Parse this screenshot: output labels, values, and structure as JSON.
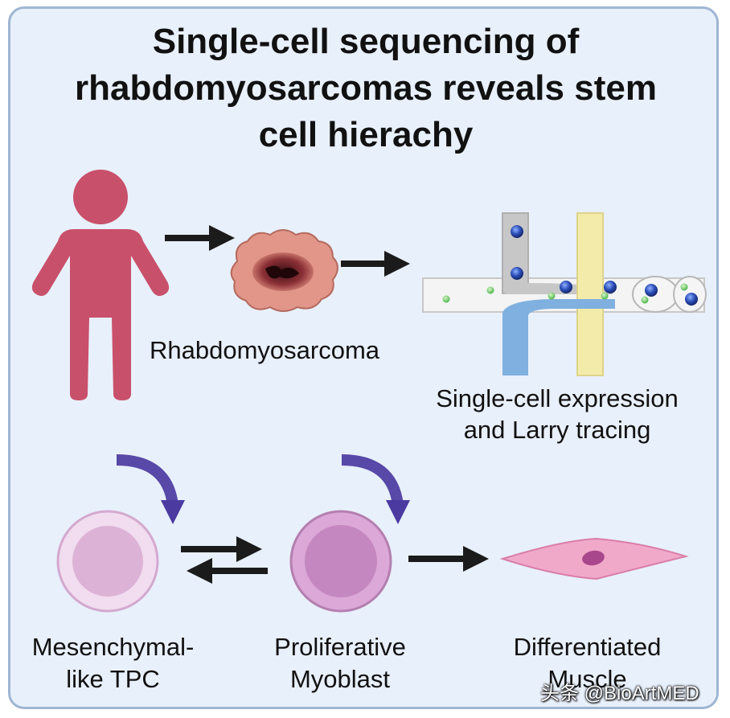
{
  "title_lines": [
    "Single-cell sequencing of",
    "rhabdomyosarcomas reveals stem",
    "cell hierachy"
  ],
  "labels": {
    "tumor": "Rhabdomyosarcoma",
    "sc_line1": "Single-cell expression",
    "sc_line2": "and Larry tracing",
    "tpc_line1": "Mesenchymal-",
    "tpc_line2": "like TPC",
    "myo_line1": "Proliferative",
    "myo_line2": "Myoblast",
    "diff_line1": "Differentiated",
    "diff_line2": "Muscle"
  },
  "watermark": "头条 @BioArtMED",
  "icons": [
    "person-icon",
    "tumor-icon",
    "microfluidic-chip-icon",
    "tpc-cell-icon",
    "myoblast-cell-icon",
    "muscle-cell-icon",
    "self-renewal-arrow-icon"
  ],
  "colors": {
    "background": "#e8f0fb",
    "border": "#9fb6d2",
    "person": "#c9506a",
    "tumor": "#e2968a",
    "arrow": "#1b1b1b",
    "renewal_arrow": "#4b3aa0",
    "tpc_cell": "#e6c2e2",
    "myoblast_cell": "#c98fc6",
    "muscle_cell": "#f1a9c9"
  }
}
